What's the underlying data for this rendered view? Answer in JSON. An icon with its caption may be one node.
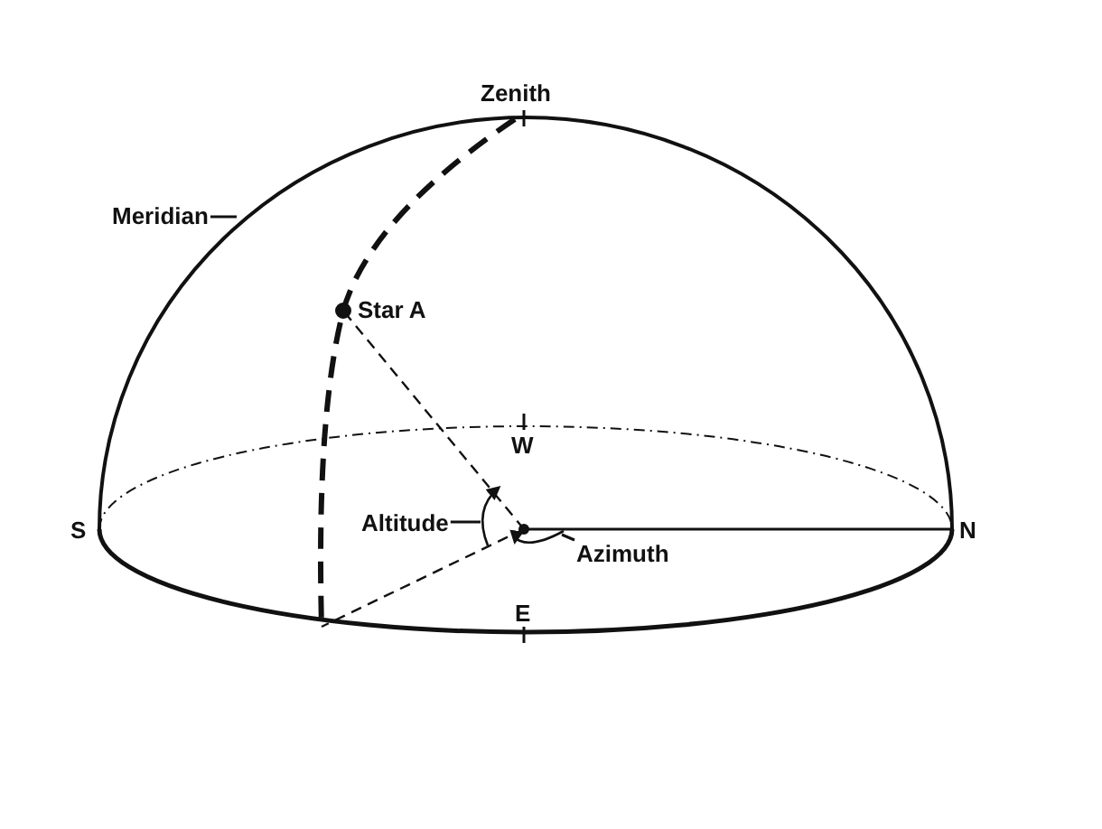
{
  "diagram": {
    "nodes": [
      {
        "text": [
          "Meridian"
        ]
      },
      {
        "text": [
          "Altitude"
        ]
      },
      {
        "text": [
          "Azimuth"
        ]
      }
    ],
    "edges": [
      {
        "from": 0,
        "to": null,
        "arrow": "none"
      },
      {
        "from": 1,
        "to": null,
        "arrow": "none"
      },
      {
        "from": 2,
        "to": null,
        "arrow": "none"
      }
    ],
    "labels": [
      "Zenith",
      "Star A",
      "W",
      "S",
      "N",
      "E"
    ]
  }
}
